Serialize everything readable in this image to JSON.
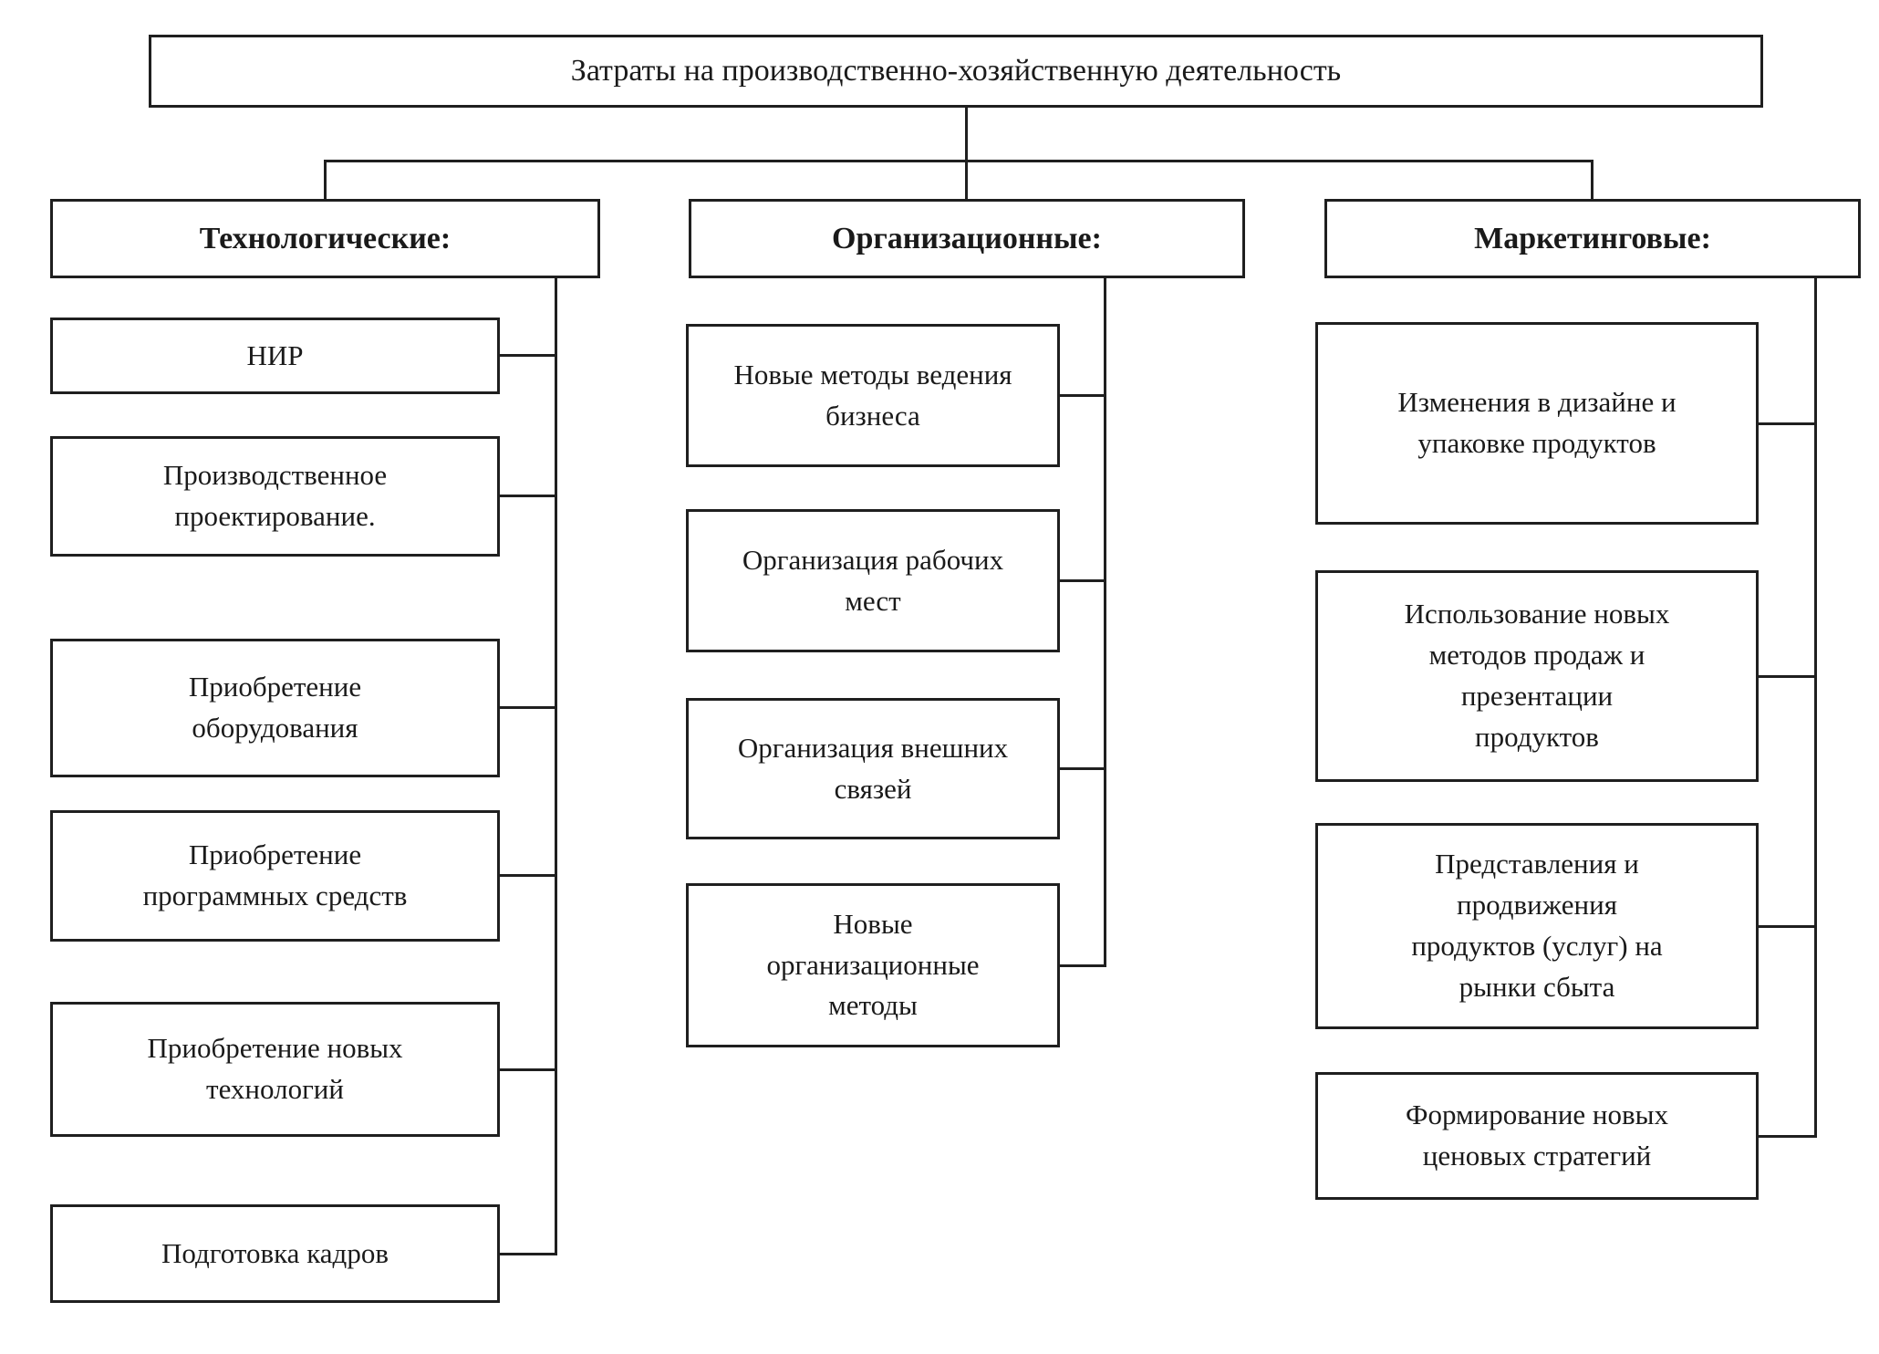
{
  "diagram": {
    "root": "Затраты на производственно-хозяйственную деятельность",
    "columns": [
      {
        "header": "Технологические:",
        "items": [
          "НИР",
          "Производственное\nпроектирование.",
          "Приобретение\nоборудования",
          "Приобретение\nпрограммных средств",
          "Приобретение новых\nтехнологий",
          "Подготовка кадров"
        ]
      },
      {
        "header": "Организационные:",
        "items": [
          "Новые методы ведения\nбизнеса",
          "Организация рабочих\nмест",
          "Организация внешних\nсвязей",
          "Новые\nорганизационные\nметоды"
        ]
      },
      {
        "header": "Маркетинговые:",
        "items": [
          "Изменения в дизайне и\nупаковке продуктов",
          "Использование новых\nметодов продаж и\nпрезентации\nпродуктов",
          "Представления и\nпродвижения\nпродуктов (услуг) на\nрынки сбыта",
          "Формирование новых\nценовых стратегий"
        ]
      }
    ],
    "colors": {
      "line": "#1f1f1f",
      "box_bg": "#ffffff",
      "text": "#1a1a1a"
    }
  }
}
